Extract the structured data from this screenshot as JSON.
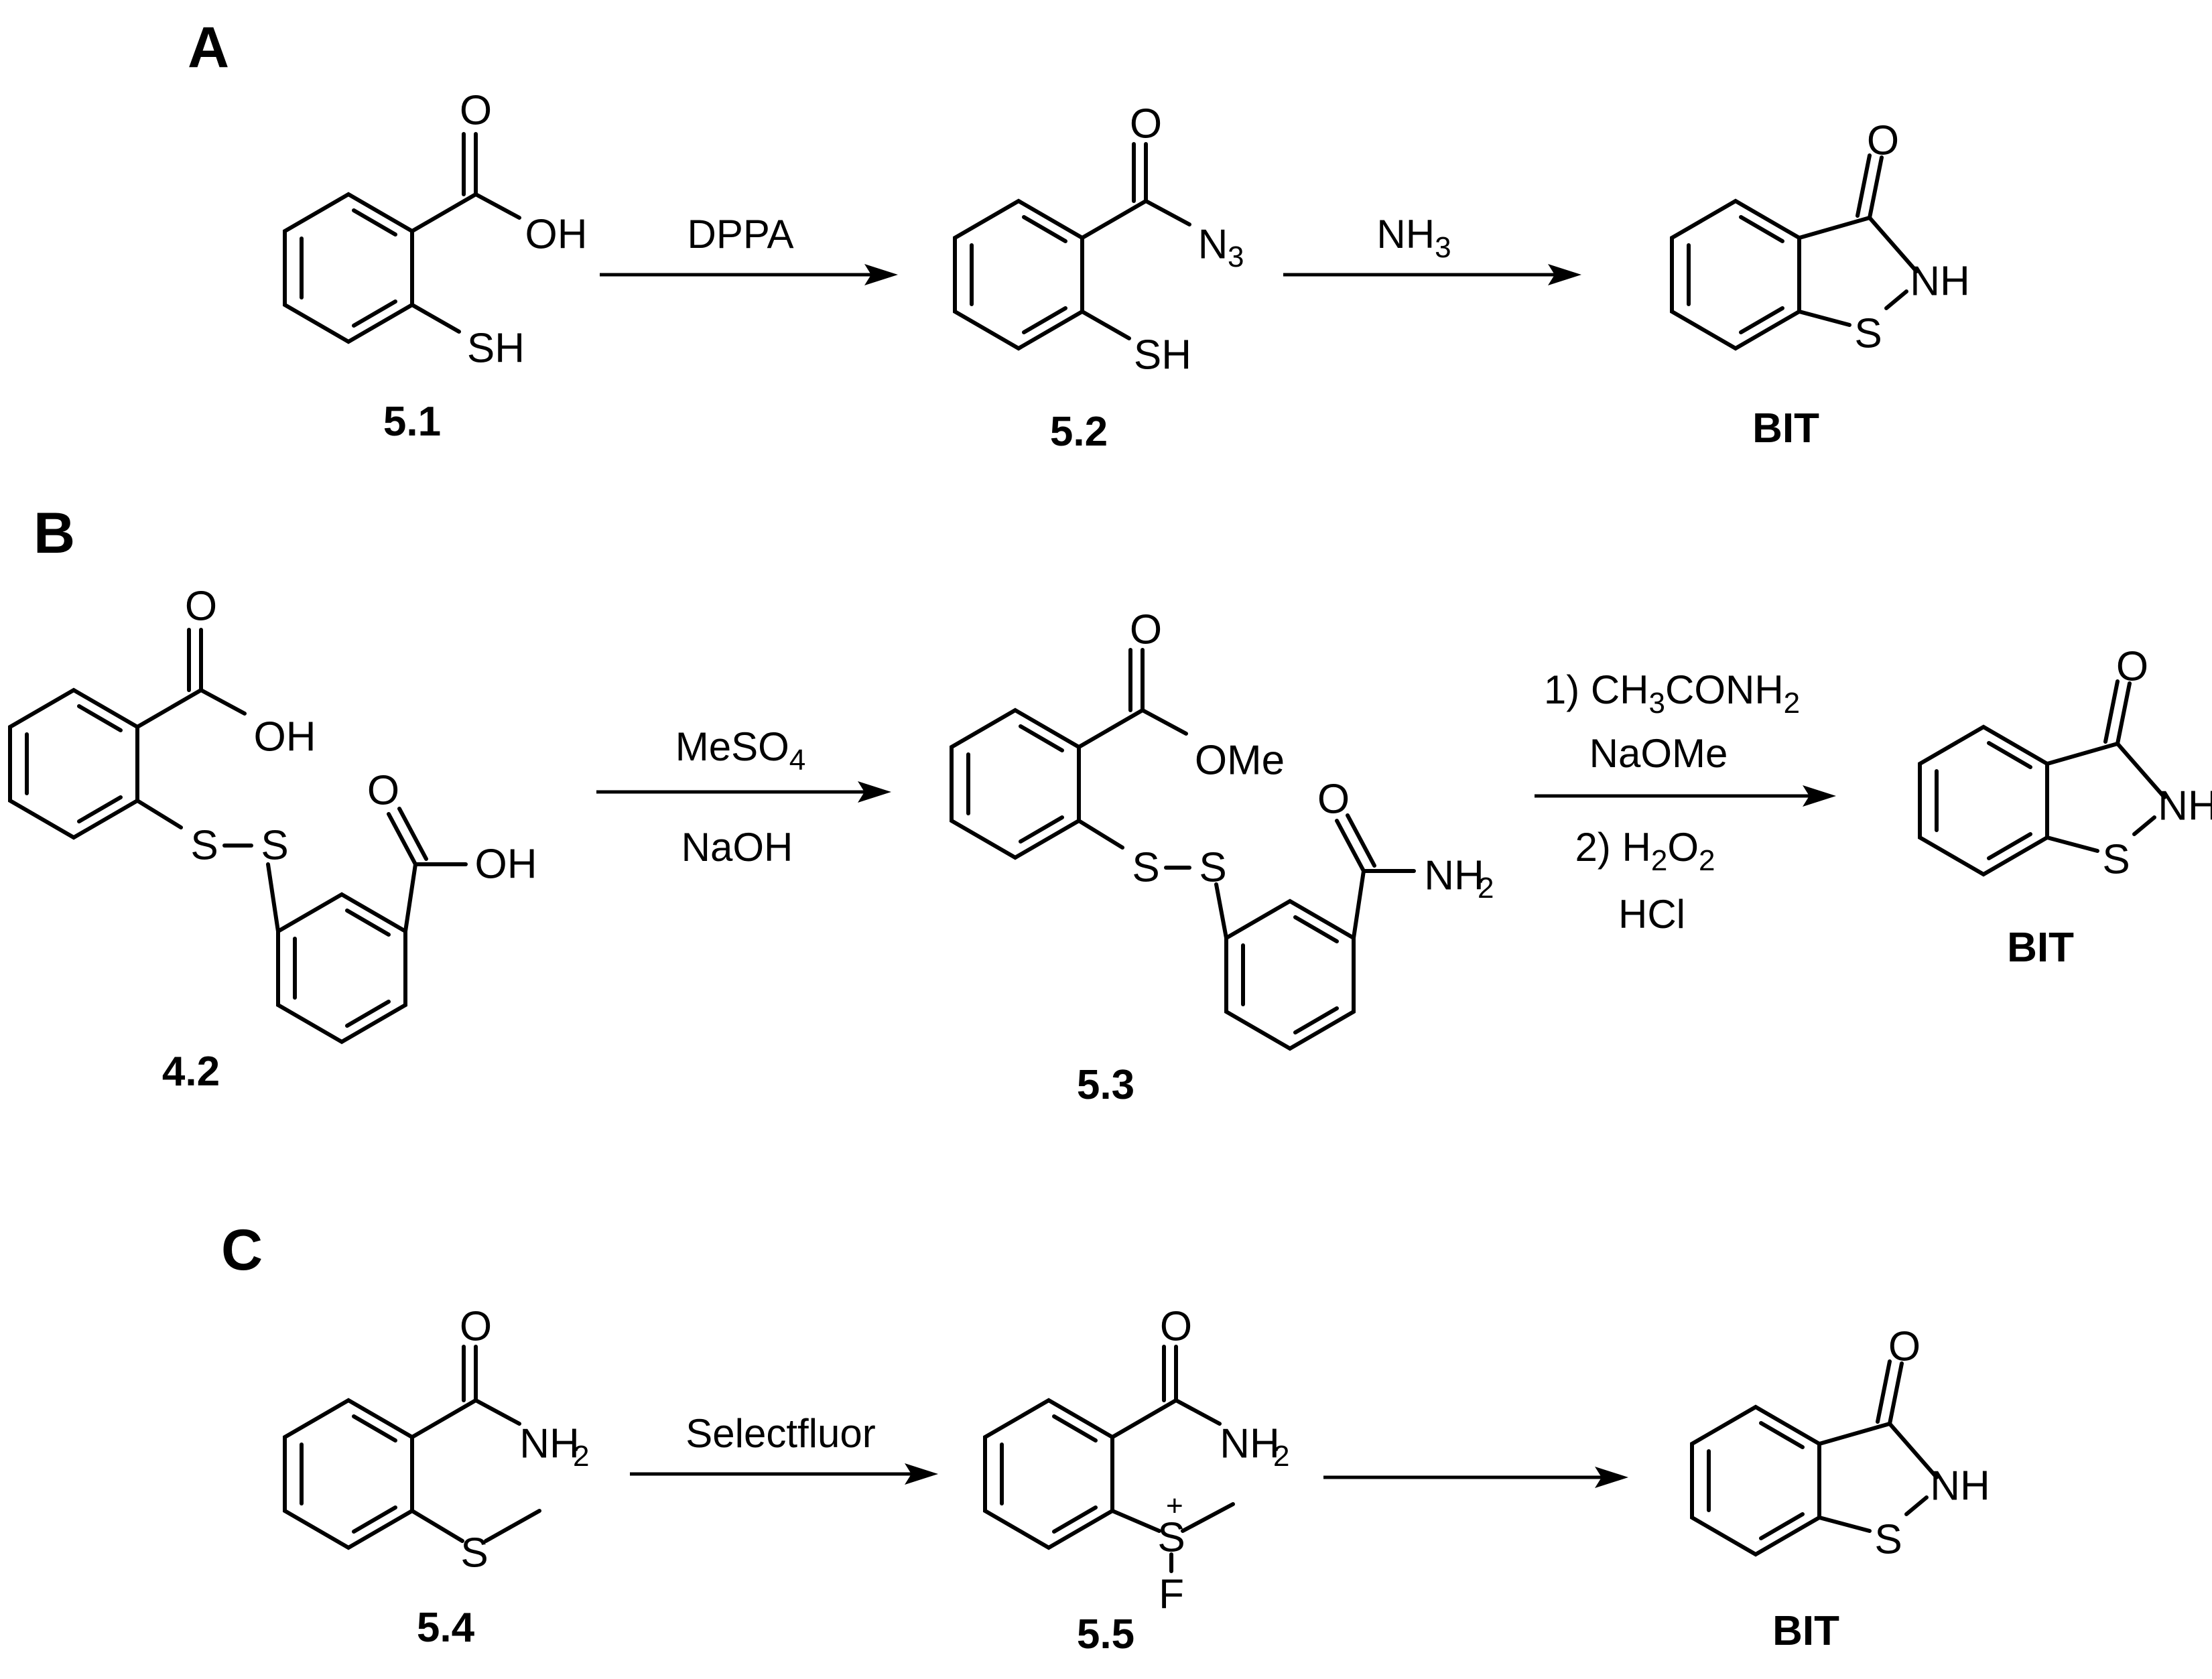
{
  "panels": [
    {
      "label": "A",
      "compounds": [
        {
          "label": "5.1",
          "atoms": {
            "O": "O",
            "OH": "OH",
            "SH": "SH"
          }
        },
        {
          "label": "5.2",
          "atoms": {
            "O": "O",
            "N": "N",
            "N_sub": "3",
            "SH": "SH"
          }
        },
        {
          "label": "BIT",
          "atoms": {
            "O": "O",
            "NH": "NH",
            "S": "S"
          }
        }
      ],
      "arrows": [
        {
          "above": "DPPA"
        },
        {
          "above_main": "NH",
          "above_sub": "3"
        }
      ]
    },
    {
      "label": "B",
      "compounds": [
        {
          "label": "4.2",
          "atoms": {
            "O1": "O",
            "OH1": "OH",
            "S1": "S",
            "S2": "S",
            "O2": "O",
            "OH2": "OH"
          }
        },
        {
          "label": "5.3",
          "atoms": {
            "O1": "O",
            "OMe": "OMe",
            "S1": "S",
            "S2": "S",
            "O2": "O",
            "NH": "NH",
            "NH_sub": "2"
          }
        },
        {
          "label": "BIT",
          "atoms": {
            "O": "O",
            "NH": "NH",
            "S": "S"
          }
        }
      ],
      "arrows": [
        {
          "above_main": "MeSO",
          "above_sub": "4",
          "below": "NaOH"
        },
        {
          "line1_a": "1) CH",
          "line1_sub1": "3",
          "line1_b": "CONH",
          "line1_sub2": "2",
          "line2": "NaOMe",
          "line3_a": "2) H",
          "line3_sub1": "2",
          "line3_b": "O",
          "line3_sub2": "2",
          "line4": "HCl"
        }
      ]
    },
    {
      "label": "C",
      "compounds": [
        {
          "label": "5.4",
          "atoms": {
            "O": "O",
            "NH": "NH",
            "NH_sub": "2",
            "S": "S"
          }
        },
        {
          "label": "5.5",
          "atoms": {
            "O": "O",
            "NH": "NH",
            "NH_sub": "2",
            "S": "S",
            "charge": "+",
            "F": "F"
          }
        },
        {
          "label": "BIT",
          "atoms": {
            "O": "O",
            "NH": "NH",
            "S": "S"
          }
        }
      ],
      "arrows": [
        {
          "above": "Selectfluor"
        },
        {
          "above": ""
        }
      ]
    }
  ]
}
